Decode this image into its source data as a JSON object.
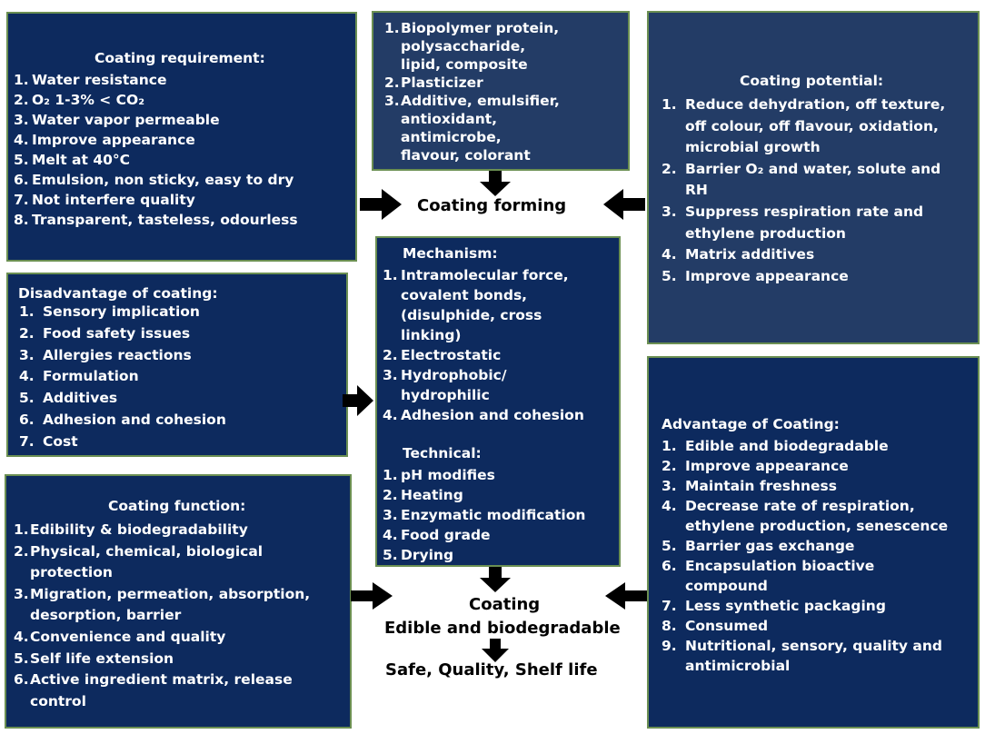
{
  "requirement": {
    "title": "Coating requirement:",
    "items": [
      {
        "n": "1.",
        "t": "Water resistance"
      },
      {
        "n": "2.",
        "t": "O₂ 1-3% < CO₂"
      },
      {
        "n": "3.",
        "t": "Water vapor permeable"
      },
      {
        "n": "4.",
        "t": "Improve appearance"
      },
      {
        "n": "5.",
        "t": "Melt at 40°C"
      },
      {
        "n": "6.",
        "t": "Emulsion, non sticky, easy to dry"
      },
      {
        "n": "7.",
        "t": "Not interfere quality"
      },
      {
        "n": "8.",
        "t": "Transparent, tasteless, odourless"
      }
    ]
  },
  "materials": {
    "items": [
      {
        "n": "1.",
        "lines": [
          "Biopolymer protein,",
          "polysaccharide,",
          "lipid, composite"
        ]
      },
      {
        "n": "2.",
        "lines": [
          "Plasticizer"
        ]
      },
      {
        "n": "3.",
        "lines": [
          "Additive, emulsifier,",
          "antioxidant,",
          "antimicrobe,",
          "flavour, colorant"
        ]
      }
    ]
  },
  "potential": {
    "title": "Coating potential:",
    "items": [
      {
        "n": "1.",
        "lines": [
          "Reduce dehydration, off texture,",
          "off colour, off flavour, oxidation,",
          "microbial growth"
        ]
      },
      {
        "n": "2.",
        "lines": [
          "Barrier O₂ and water, solute and",
          "RH"
        ]
      },
      {
        "n": "3.",
        "lines": [
          "Suppress respiration rate and",
          "ethylene production"
        ]
      },
      {
        "n": "4.",
        "lines": [
          "Matrix additives"
        ]
      },
      {
        "n": "5.",
        "lines": [
          "Improve appearance"
        ]
      }
    ]
  },
  "disadvantage": {
    "title": "Disadvantage of coating:",
    "items": [
      {
        "n": "1.",
        "t": "Sensory implication"
      },
      {
        "n": "2.",
        "t": "Food safety issues"
      },
      {
        "n": "3.",
        "t": "Allergies reactions"
      },
      {
        "n": "4.",
        "t": "Formulation"
      },
      {
        "n": "5.",
        "t": "Additives"
      },
      {
        "n": "6.",
        "t": "Adhesion and cohesion"
      },
      {
        "n": "7.",
        "t": "Cost"
      }
    ]
  },
  "mechanism": {
    "title": "Mechanism:",
    "items": [
      {
        "n": "1.",
        "lines": [
          "Intramolecular force,",
          "covalent bonds,",
          "(disulphide, cross",
          "linking)"
        ]
      },
      {
        "n": "2.",
        "lines": [
          "Electrostatic"
        ]
      },
      {
        "n": "3.",
        "lines": [
          "Hydrophobic/",
          "hydrophilic"
        ]
      },
      {
        "n": "4.",
        "lines": [
          "Adhesion and cohesion"
        ]
      }
    ],
    "technical_title": "Technical:",
    "technical": [
      {
        "n": "1.",
        "t": "pH modifies"
      },
      {
        "n": "2.",
        "t": "Heating"
      },
      {
        "n": "3.",
        "t": "Enzymatic modification"
      },
      {
        "n": "4.",
        "t": "Food grade"
      },
      {
        "n": "5.",
        "t": "Drying"
      }
    ]
  },
  "function": {
    "title": "Coating function:",
    "items": [
      {
        "n": "1.",
        "lines": [
          "Edibility & biodegradability"
        ]
      },
      {
        "n": "2.",
        "lines": [
          "Physical, chemical, biological",
          "protection"
        ]
      },
      {
        "n": "3.",
        "lines": [
          "Migration, permeation, absorption,",
          "desorption, barrier"
        ]
      },
      {
        "n": "4.",
        "lines": [
          "Convenience and quality"
        ]
      },
      {
        "n": "5.",
        "lines": [
          "Self life extension"
        ]
      },
      {
        "n": "6.",
        "lines": [
          "Active ingredient matrix, release",
          "control"
        ]
      }
    ]
  },
  "advantage": {
    "title": "Advantage of Coating:",
    "items": [
      {
        "n": "1.",
        "lines": [
          "Edible and biodegradable"
        ]
      },
      {
        "n": "2.",
        "lines": [
          "Improve appearance"
        ]
      },
      {
        "n": "3.",
        "lines": [
          "Maintain freshness"
        ]
      },
      {
        "n": "4.",
        "lines": [
          "Decrease rate of respiration,",
          "ethylene production, senescence"
        ]
      },
      {
        "n": "5.",
        "lines": [
          "Barrier gas exchange"
        ]
      },
      {
        "n": "6.",
        "lines": [
          "Encapsulation bioactive",
          "compound"
        ]
      },
      {
        "n": "7.",
        "lines": [
          "Less synthetic packaging"
        ]
      },
      {
        "n": "8.",
        "lines": [
          "Consumed"
        ]
      },
      {
        "n": "9.",
        "lines": [
          "Nutritional, sensory, quality and",
          "antimicrobial"
        ]
      }
    ]
  },
  "center": {
    "forming": "Coating forming",
    "coating": "Coating",
    "edible": "Edible and biodegradable",
    "outcome": "Safe, Quality, Shelf life"
  },
  "colors": {
    "box": "#0d2a5e",
    "box_light": "#233c66",
    "border": "#6b8f52",
    "arrow": "#000000"
  }
}
